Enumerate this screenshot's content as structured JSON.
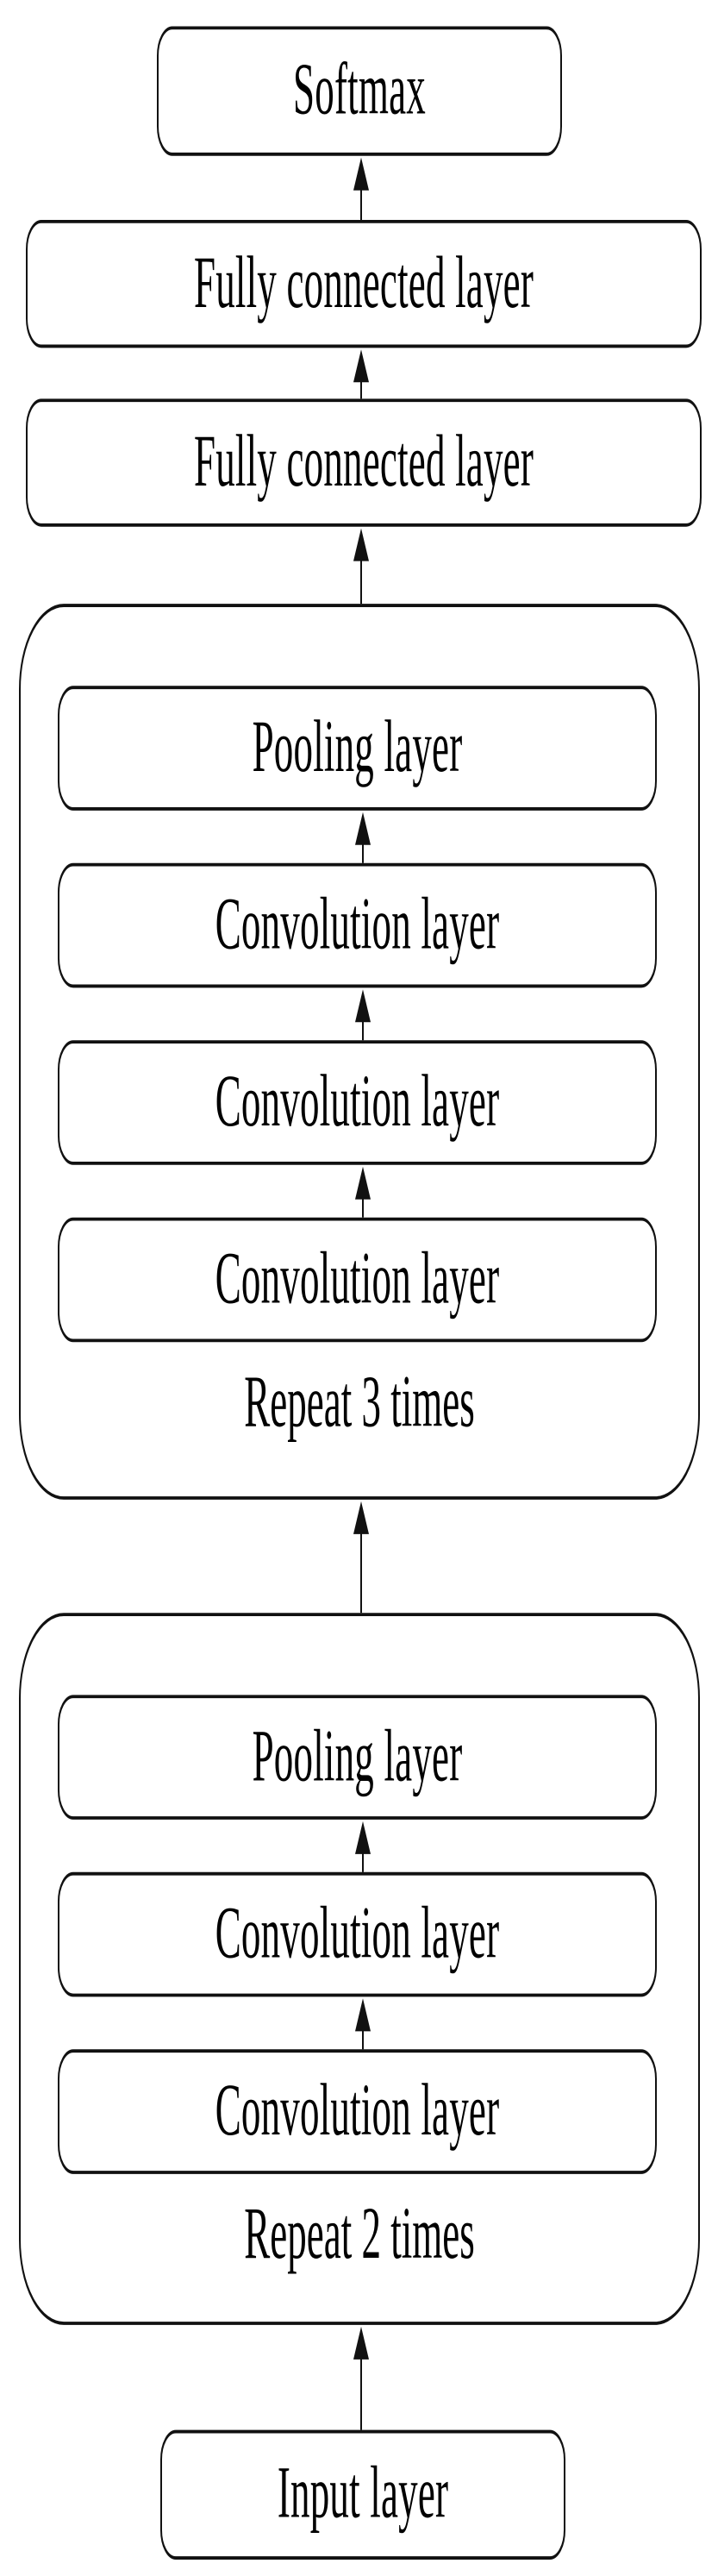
{
  "diagram": {
    "title": "CNN architecture flow diagram",
    "orientation": "bottom-to-top",
    "stroke_color": "#111111",
    "background_color": "#ffffff",
    "nodes": {
      "softmax": "Softmax",
      "fully_connected_2": "Fully connected layer",
      "fully_connected_1": "Fully connected layer",
      "group3_pooling": "Pooling layer",
      "group3_conv_3": "Convolution layer",
      "group3_conv_2": "Convolution layer",
      "group3_conv_1": "Convolution layer",
      "group3_caption": "Repeat 3 times",
      "group2_pooling": "Pooling layer",
      "group2_conv_2": "Convolution layer",
      "group2_conv_1": "Convolution layer",
      "group2_caption": "Repeat 2 times",
      "input": "Input layer"
    },
    "flow_order": [
      "Input layer",
      "Repeat 2 times",
      "Repeat 3 times",
      "Fully connected layer",
      "Fully connected layer",
      "Softmax"
    ]
  }
}
